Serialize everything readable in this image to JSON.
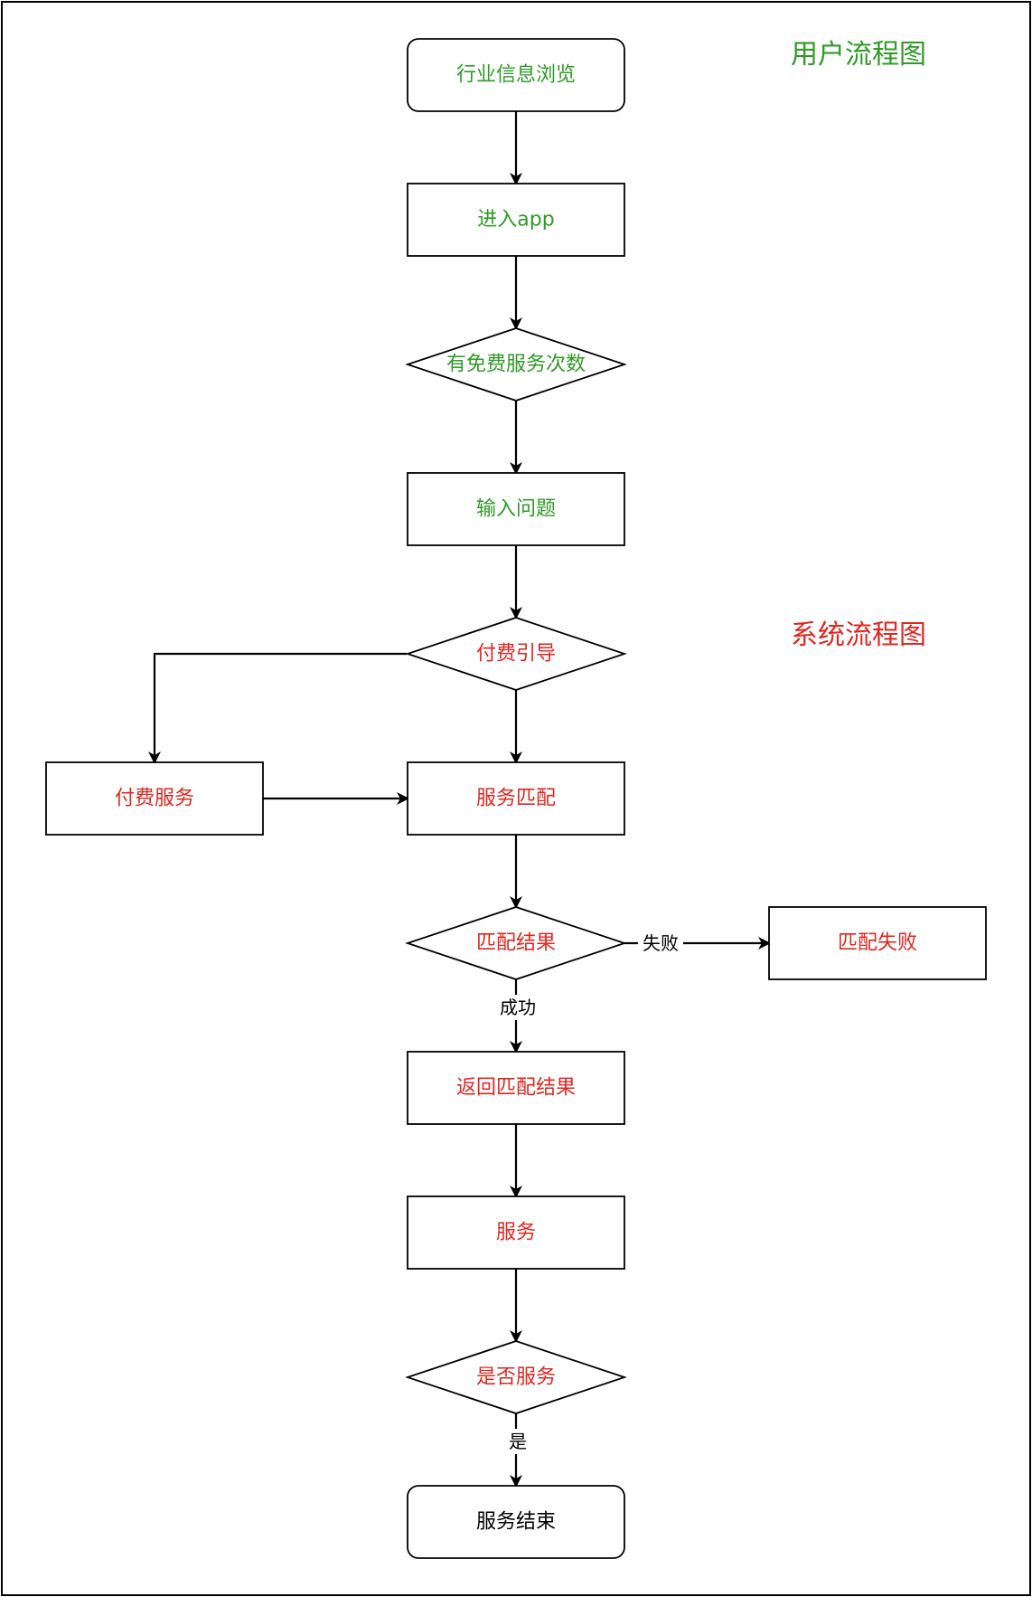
{
  "titles": {
    "user_flow": "用户流程图",
    "system_flow": "系统流程图"
  },
  "nodes": {
    "industry_info": "行业信息浏览",
    "enter_app": "进入app",
    "free_service_count": "有免费服务次数",
    "input_question": "输入问题",
    "payment_guide": "付费引导",
    "paid_service": "付费服务",
    "service_match": "服务匹配",
    "match_result": "匹配结果",
    "match_failed": "匹配失败",
    "return_match_result": "返回匹配结果",
    "service": "服务",
    "whether_service": "是否服务",
    "service_end": "服务结束"
  },
  "edge_labels": {
    "failed": "失败",
    "success": "成功",
    "yes": "是"
  },
  "colors": {
    "user_flow": "#2f9a26",
    "system_flow": "#e0261f",
    "neutral": "#000000"
  }
}
